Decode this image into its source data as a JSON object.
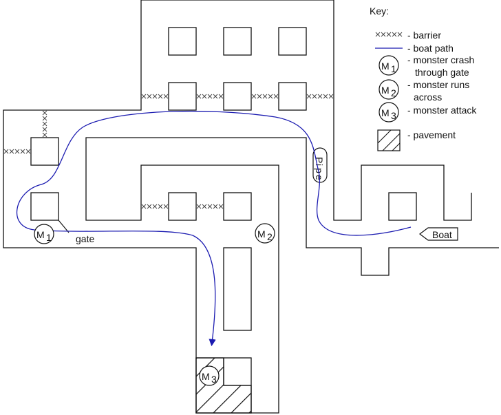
{
  "key": {
    "title": "Key:",
    "barrier": "- barrier",
    "boat_path": "- boat path",
    "monster_crash_1": "- monster crash",
    "monster_crash_2": "through gate",
    "monster_runs_1": "- monster runs",
    "monster_runs_2": "across",
    "monster_attack": "- monster attack",
    "pavement": "- pavement"
  },
  "labels": {
    "gate": "gate",
    "boat": "Boat",
    "pipe": [
      "P",
      "i",
      "p",
      "e"
    ]
  },
  "monsters": [
    {
      "letter": "M",
      "sub": "1"
    },
    {
      "letter": "M",
      "sub": "2"
    },
    {
      "letter": "M",
      "sub": "3"
    }
  ],
  "colors": {
    "boat_path": "#1a1ab0",
    "walls": "#111111"
  }
}
